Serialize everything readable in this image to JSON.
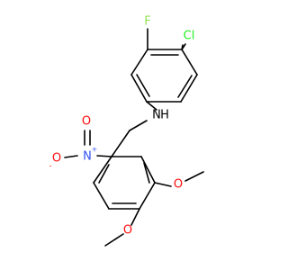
{
  "colors": {
    "bond": "#000000",
    "carbon": "#000000",
    "fluorine": "#90E050",
    "chlorine": "#1FF01F",
    "nitrogen_amine": "#000000",
    "nitrogen_nitro": "#3050F8",
    "oxygen": "#FF0D0D"
  },
  "atoms": {
    "fluorine": {
      "label": "F"
    },
    "chlorine": {
      "label": "Cl"
    },
    "amine_nitrogen": {
      "label": "N",
      "hydrogen": "H"
    },
    "nitro_nitrogen": {
      "label": "N",
      "charge": "+"
    },
    "nitro_oxygen_single": {
      "label": "O",
      "charge": "-"
    },
    "nitro_oxygen_double": {
      "label": "O"
    },
    "methoxy_oxygen_1": {
      "label": "O"
    },
    "methoxy_oxygen_2": {
      "label": "O"
    }
  }
}
